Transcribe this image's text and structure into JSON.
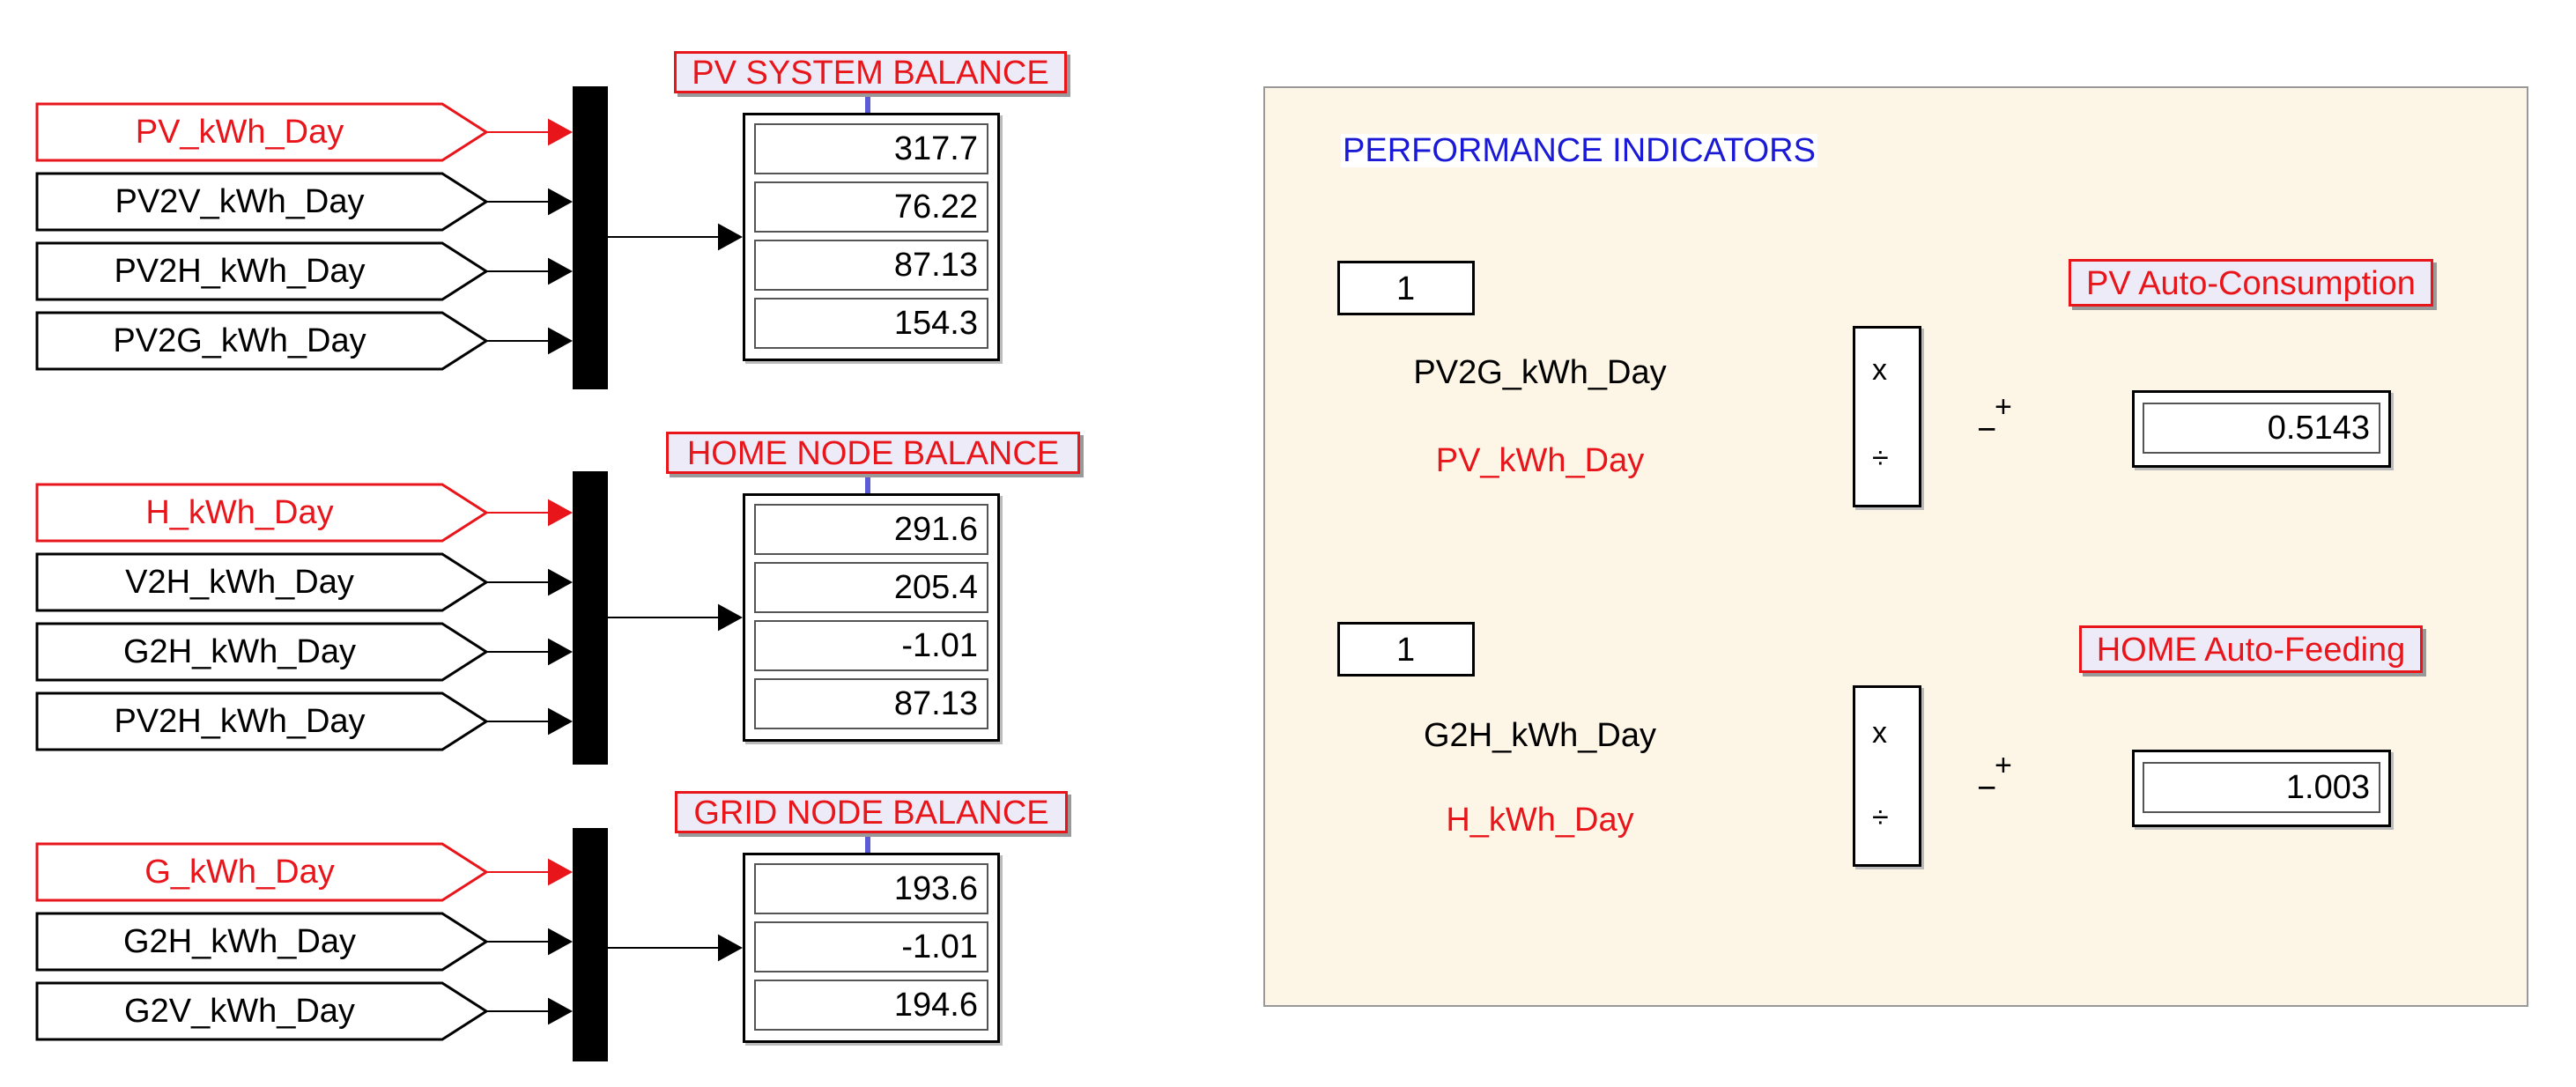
{
  "left_groups": [
    {
      "title": "PV SYSTEM BALANCE",
      "signals": [
        {
          "label": "PV_kWh_Day",
          "highlight": true
        },
        {
          "label": "PV2V_kWh_Day",
          "highlight": false
        },
        {
          "label": "PV2H_kWh_Day",
          "highlight": false
        },
        {
          "label": "PV2G_kWh_Day",
          "highlight": false
        }
      ],
      "values": [
        "317.7",
        "76.22",
        "87.13",
        "154.3"
      ]
    },
    {
      "title": "HOME NODE BALANCE",
      "signals": [
        {
          "label": "H_kWh_Day",
          "highlight": true
        },
        {
          "label": "V2H_kWh_Day",
          "highlight": false
        },
        {
          "label": "G2H_kWh_Day",
          "highlight": false
        },
        {
          "label": "PV2H_kWh_Day",
          "highlight": false
        }
      ],
      "values": [
        "291.6",
        "205.4",
        "-1.01",
        "87.13"
      ]
    },
    {
      "title": "GRID NODE BALANCE",
      "signals": [
        {
          "label": "G_kWh_Day",
          "highlight": true
        },
        {
          "label": "G2H_kWh_Day",
          "highlight": false
        },
        {
          "label": "G2V_kWh_Day",
          "highlight": false
        }
      ],
      "values": [
        "193.6",
        "-1.01",
        "194.6"
      ]
    }
  ],
  "performance": {
    "title": "PERFORMANCE INDICATORS",
    "indicators": [
      {
        "constant": "1",
        "numerator": "PV2G_kWh_Day",
        "denominator": "PV_kWh_Day",
        "product_ops": [
          "x",
          "÷"
        ],
        "sum_signs": [
          "+",
          "−"
        ],
        "display_title": "PV Auto-Consumption",
        "value": "0.5143"
      },
      {
        "constant": "1",
        "numerator": "G2H_kWh_Day",
        "denominator": "H_kWh_Day",
        "product_ops": [
          "x",
          "÷"
        ],
        "sum_signs": [
          "+",
          "−"
        ],
        "display_title": "HOME Auto-Feeding",
        "value": "1.003"
      }
    ]
  },
  "colors": {
    "highlight": "#e8151b",
    "panel_bg": "#fdf5e6",
    "title_bg": "#ecebf7",
    "perf_title": "#1a1ad6",
    "connector": "#5b5bd6"
  }
}
